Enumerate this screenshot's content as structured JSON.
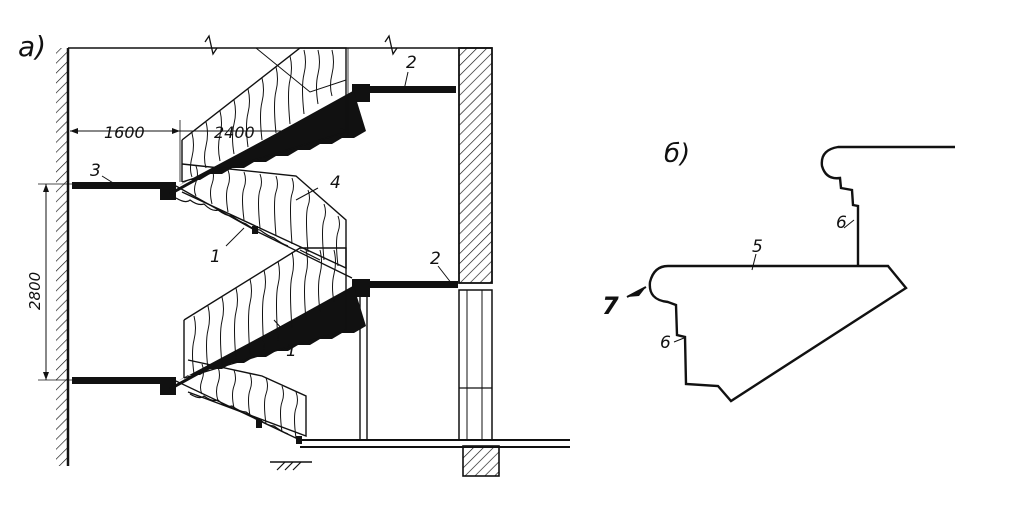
{
  "figure": {
    "panel_a_label": "а)",
    "panel_b_label": "б)"
  },
  "dimensions": {
    "landing_width": "1600",
    "flight_length": "2400",
    "floor_height": "2800"
  },
  "callouts": {
    "a_2_top": "2",
    "a_2_mid": "2",
    "a_3": "3",
    "a_4": "4",
    "a_1_upper": "1",
    "a_1_lower": "1",
    "b_5": "5",
    "b_6_top": "6",
    "b_6_bottom": "6",
    "b_7": "7"
  },
  "colors": {
    "ink": "#111111",
    "paper": "#ffffff"
  }
}
